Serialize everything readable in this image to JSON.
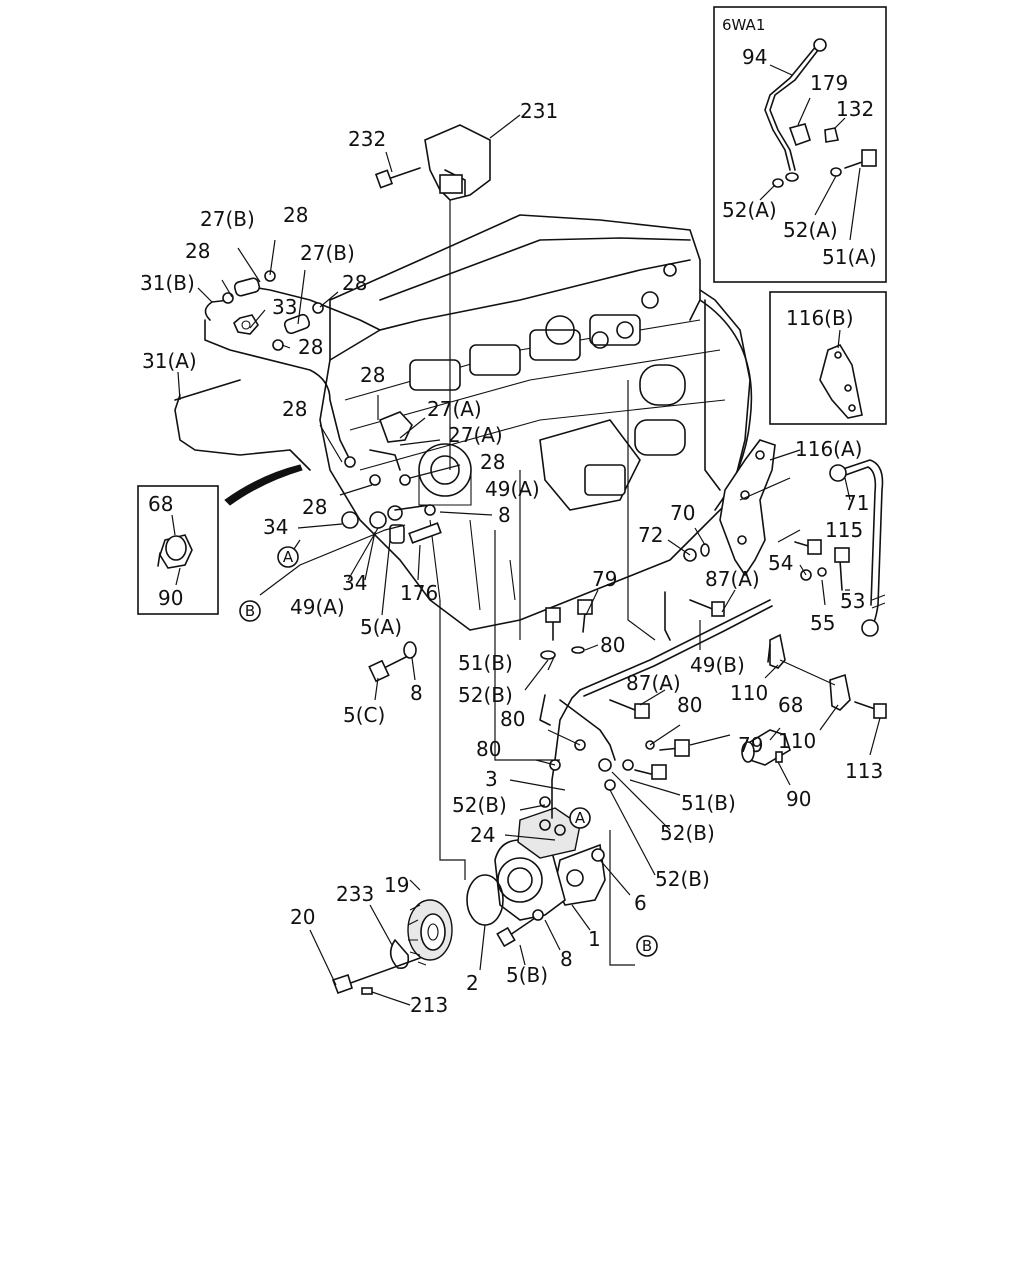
{
  "labels": {
    "l231": "231",
    "l232": "232",
    "l27b_1": "27(B)",
    "l28_a": "28",
    "l28_b": "28",
    "l27b_2": "27(B)",
    "l28_c": "28",
    "l31b": "31(B)",
    "l33": "33",
    "l28_d": "28",
    "l31a": "31(A)",
    "l28_e": "28",
    "l28_f": "28",
    "l27a_1": "27(A)",
    "l27a_2": "27(A)",
    "l28_g": "28",
    "l28_h": "28",
    "l49a_1": "49(A)",
    "l8_a": "8",
    "l34_a": "34",
    "l34_b": "34",
    "l49a_2": "49(A)",
    "l176": "176",
    "l5a": "5(A)",
    "l8_b": "8",
    "l5c": "5(C)",
    "l79_a": "79",
    "l80_a": "80",
    "l51b_1": "51(B)",
    "l52b_1": "52(B)",
    "l87a_1": "87(A)",
    "l87a_2": "87(A)",
    "l49b": "49(B)",
    "l80_b": "80",
    "l80_c": "80",
    "l79_b": "79",
    "l80_d": "80",
    "l3": "3",
    "l52b_2": "52(B)",
    "l51b_2": "51(B)",
    "l52b_3": "52(B)",
    "l24": "24",
    "l52b_4": "52(B)",
    "l6": "6",
    "l1": "1",
    "l19": "19",
    "l233": "233",
    "l20": "20",
    "l2": "2",
    "l5b": "5(B)",
    "l8_c": "8",
    "l213": "213",
    "l116a": "116(A)",
    "l71": "71",
    "l70": "70",
    "l72": "72",
    "l115": "115",
    "l54": "54",
    "l53": "53",
    "l55": "55",
    "l110_a": "110",
    "l110_b": "110",
    "l68_b": "68",
    "l113": "113",
    "l90_b": "90"
  },
  "callouts": {
    "a1": "A",
    "b1": "B",
    "a2": "A",
    "b2": "B"
  },
  "inset_6wa1": {
    "title": "6WA1",
    "l94": "94",
    "l179": "179",
    "l132": "132",
    "l52a_1": "52(A)",
    "l52a_2": "52(A)",
    "l51a": "51(A)"
  },
  "inset_116b": {
    "l116b": "116(B)"
  },
  "inset_68": {
    "l68": "68",
    "l90": "90"
  }
}
